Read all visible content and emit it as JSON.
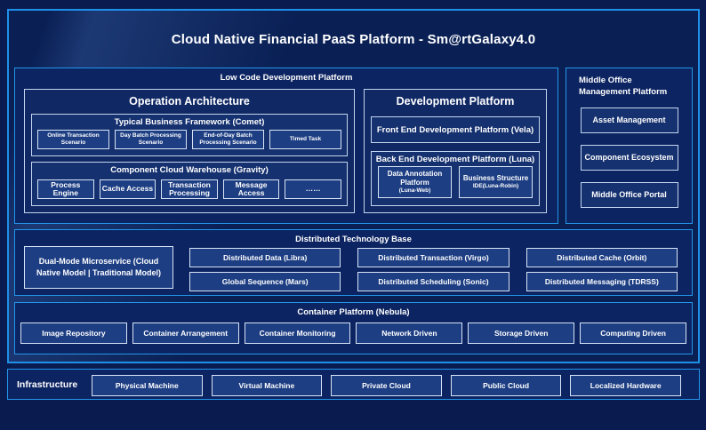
{
  "title": "Cloud Native Financial PaaS Platform - Sm@rtGalaxy4.0",
  "colors": {
    "background": "#0a1c4f",
    "frame_border": "#1e90e8",
    "section_border": "#2396ea",
    "inner_border": "#c3d5ef",
    "leaf_fill": "#1d3e83",
    "section_fill": "#0c2461",
    "text": "#ffffff"
  },
  "low_code": {
    "label": "Low Code Development Platform",
    "operation_architecture": {
      "label": "Operation Architecture",
      "typical_business": {
        "label": "Typical Business Framework (Comet)",
        "items": [
          "Online Transaction Scenario",
          "Day Batch Processing Scenario",
          "End-of-Day Batch Processing Scenario",
          "Timed Task"
        ]
      },
      "component_cloud": {
        "label": "Component Cloud Warehouse (Gravity)",
        "items": [
          "Process Engine",
          "Cache Access",
          "Transaction Processing",
          "Message Access",
          "……"
        ]
      }
    },
    "development_platform": {
      "label": "Development Platform",
      "front_end": "Front End Development Platform (Vela)",
      "back_end": {
        "label": "Back End Development Platform (Luna)",
        "items": [
          {
            "line1": "Data Annotation Platform",
            "line2": "(Luna-Web)"
          },
          {
            "line1": "Business Structure",
            "line2": "IDE(Luna-Robin)"
          }
        ]
      }
    }
  },
  "middle_office": {
    "label": "Middle Office Management Platform",
    "items": [
      "Asset Management",
      "Component Ecosystem",
      "Middle Office Portal"
    ]
  },
  "distributed": {
    "label": "Distributed Technology Base",
    "dual_mode": "Dual-Mode Microservice (Cloud Native Model | Traditional Model)",
    "items": [
      "Distributed Data (Libra)",
      "Distributed Transaction (Virgo)",
      "Distributed Cache (Orbit)",
      "Global Sequence (Mars)",
      "Distributed Scheduling (Sonic)",
      "Distributed Messaging (TDRSS)"
    ]
  },
  "container": {
    "label": "Container Platform (Nebula)",
    "items": [
      "Image Repository",
      "Container Arrangement",
      "Container Monitoring",
      "Network Driven",
      "Storage Driven",
      "Computing Driven"
    ]
  },
  "infrastructure": {
    "label": "Infrastructure",
    "items": [
      "Physical Machine",
      "Virtual Machine",
      "Private Cloud",
      "Public Cloud",
      "Localized Hardware"
    ]
  }
}
